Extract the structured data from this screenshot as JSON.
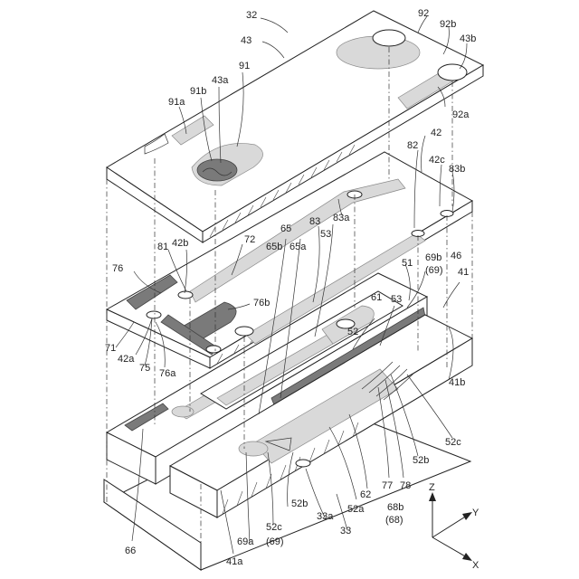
{
  "labels": {
    "l32": "32",
    "l43": "43",
    "l92": "92",
    "l92b": "92b",
    "l43b": "43b",
    "l91": "91",
    "l43a": "43a",
    "l91b": "91b",
    "l91a": "91a",
    "l92a": "92a",
    "l42": "42",
    "l82": "82",
    "l42c": "42c",
    "l83b": "83b",
    "l65": "65",
    "l65b": "65b",
    "l65a": "65a",
    "l83": "83",
    "l83a": "83a",
    "l81": "81",
    "l42b": "42b",
    "l72": "72",
    "l53top": "53",
    "l76": "76",
    "l76b": "76b",
    "l69b": "69b",
    "l69paren": "(69)",
    "l46": "46",
    "l51": "51",
    "l53": "53",
    "l41": "41",
    "l61": "61",
    "l52": "52",
    "l71": "71",
    "l42a": "42a",
    "l75": "75",
    "l76a": "76a",
    "l41b": "41b",
    "l52c": "52c",
    "l52b": "52b",
    "lZ": "Z",
    "lY": "Y",
    "lX": "X",
    "l78": "78",
    "l77": "77",
    "l68b": "68b",
    "l68paren": "(68)",
    "l62": "62",
    "l52a": "52a",
    "l33a": "33a",
    "l33": "33",
    "l52b2": "52b",
    "l52c2": "52c",
    "l6952c": "(69)",
    "l69a": "69a",
    "l66": "66",
    "l41a": "41a"
  }
}
